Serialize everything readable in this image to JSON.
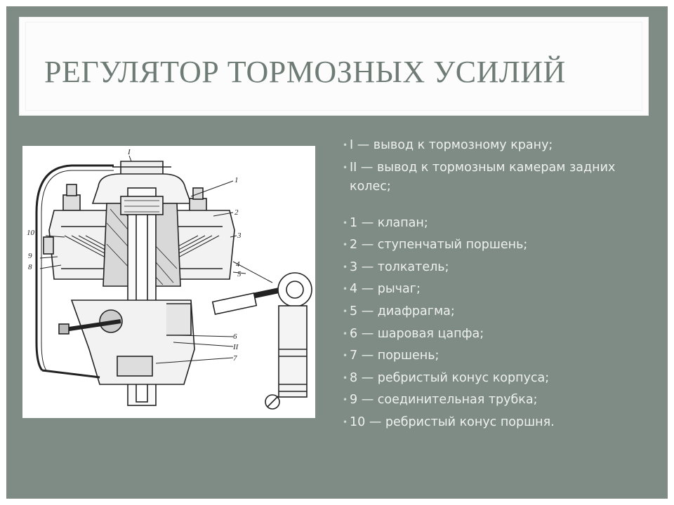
{
  "slide": {
    "title": "РЕГУЛЯТОР ТОРМОЗНЫХ УСИЛИЙ",
    "items": [
      "I — вывод к тормозному крану;",
      "II — вывод к тормозным камерам задних колес;",
      "1 — клапан;",
      "2 — ступенчатый поршень;",
      "3 — толкатель;",
      "4 — рычаг;",
      "5 — диафрагма;",
      "6 — шаровая цапфа;",
      "7 — поршень;",
      "8 — ребристый конус корпуса;",
      "9 — соединительная трубка;",
      "10 — ребристый конус поршня."
    ],
    "figure": {
      "callouts": [
        "I",
        "1",
        "2",
        "3",
        "4",
        "5",
        "6",
        "II",
        "7",
        "10",
        "9",
        "8"
      ]
    }
  }
}
